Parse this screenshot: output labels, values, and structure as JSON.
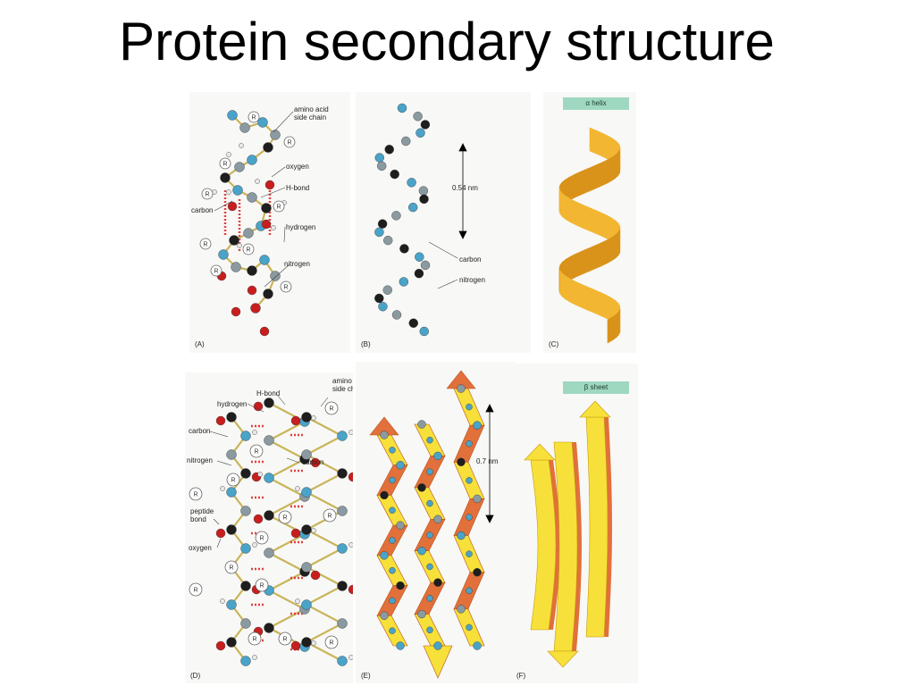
{
  "slide": {
    "title": "Protein secondary structure"
  },
  "panels": {
    "a": {
      "letter": "(A)",
      "labels": {
        "side_chain": [
          "amino acid",
          "side chain"
        ],
        "oxygen": "oxygen",
        "hbond": "H-bond",
        "carbon": "carbon",
        "hydrogen": "hydrogen",
        "nitrogen": "nitrogen"
      }
    },
    "b": {
      "letter": "(B)",
      "labels": {
        "distance": "0.54 nm",
        "carbon": "carbon",
        "nitrogen": "nitrogen"
      }
    },
    "c": {
      "letter": "(C)",
      "tag": "α helix"
    },
    "d": {
      "letter": "(D)",
      "labels": {
        "side_chain": [
          "amino acid",
          "side chain"
        ],
        "hbond": "H-bond",
        "hydrogen": "hydrogen",
        "carbon_left": "carbon",
        "nitrogen": "nitrogen",
        "carbon_right": "carbon",
        "peptide_bond": [
          "peptide",
          "bond"
        ],
        "oxygen": "oxygen"
      }
    },
    "e": {
      "letter": "(E)",
      "labels": {
        "distance": "0.7 nm"
      }
    },
    "f": {
      "letter": "(F)",
      "tag": "β sheet"
    }
  },
  "side_group_symbol": "R",
  "colors": {
    "carbon": "#1e1e1e",
    "nitrogen": "#4aa3c8",
    "oxygen": "#c81e1e",
    "alpha_carbon": "#8a9aa0",
    "hydrogen": "#e8e8e8",
    "ribbon": "#f2b632",
    "sheet_yellow": "#f7e03a",
    "sheet_orange": "#e2703a",
    "tag": "#9fd8c0"
  }
}
